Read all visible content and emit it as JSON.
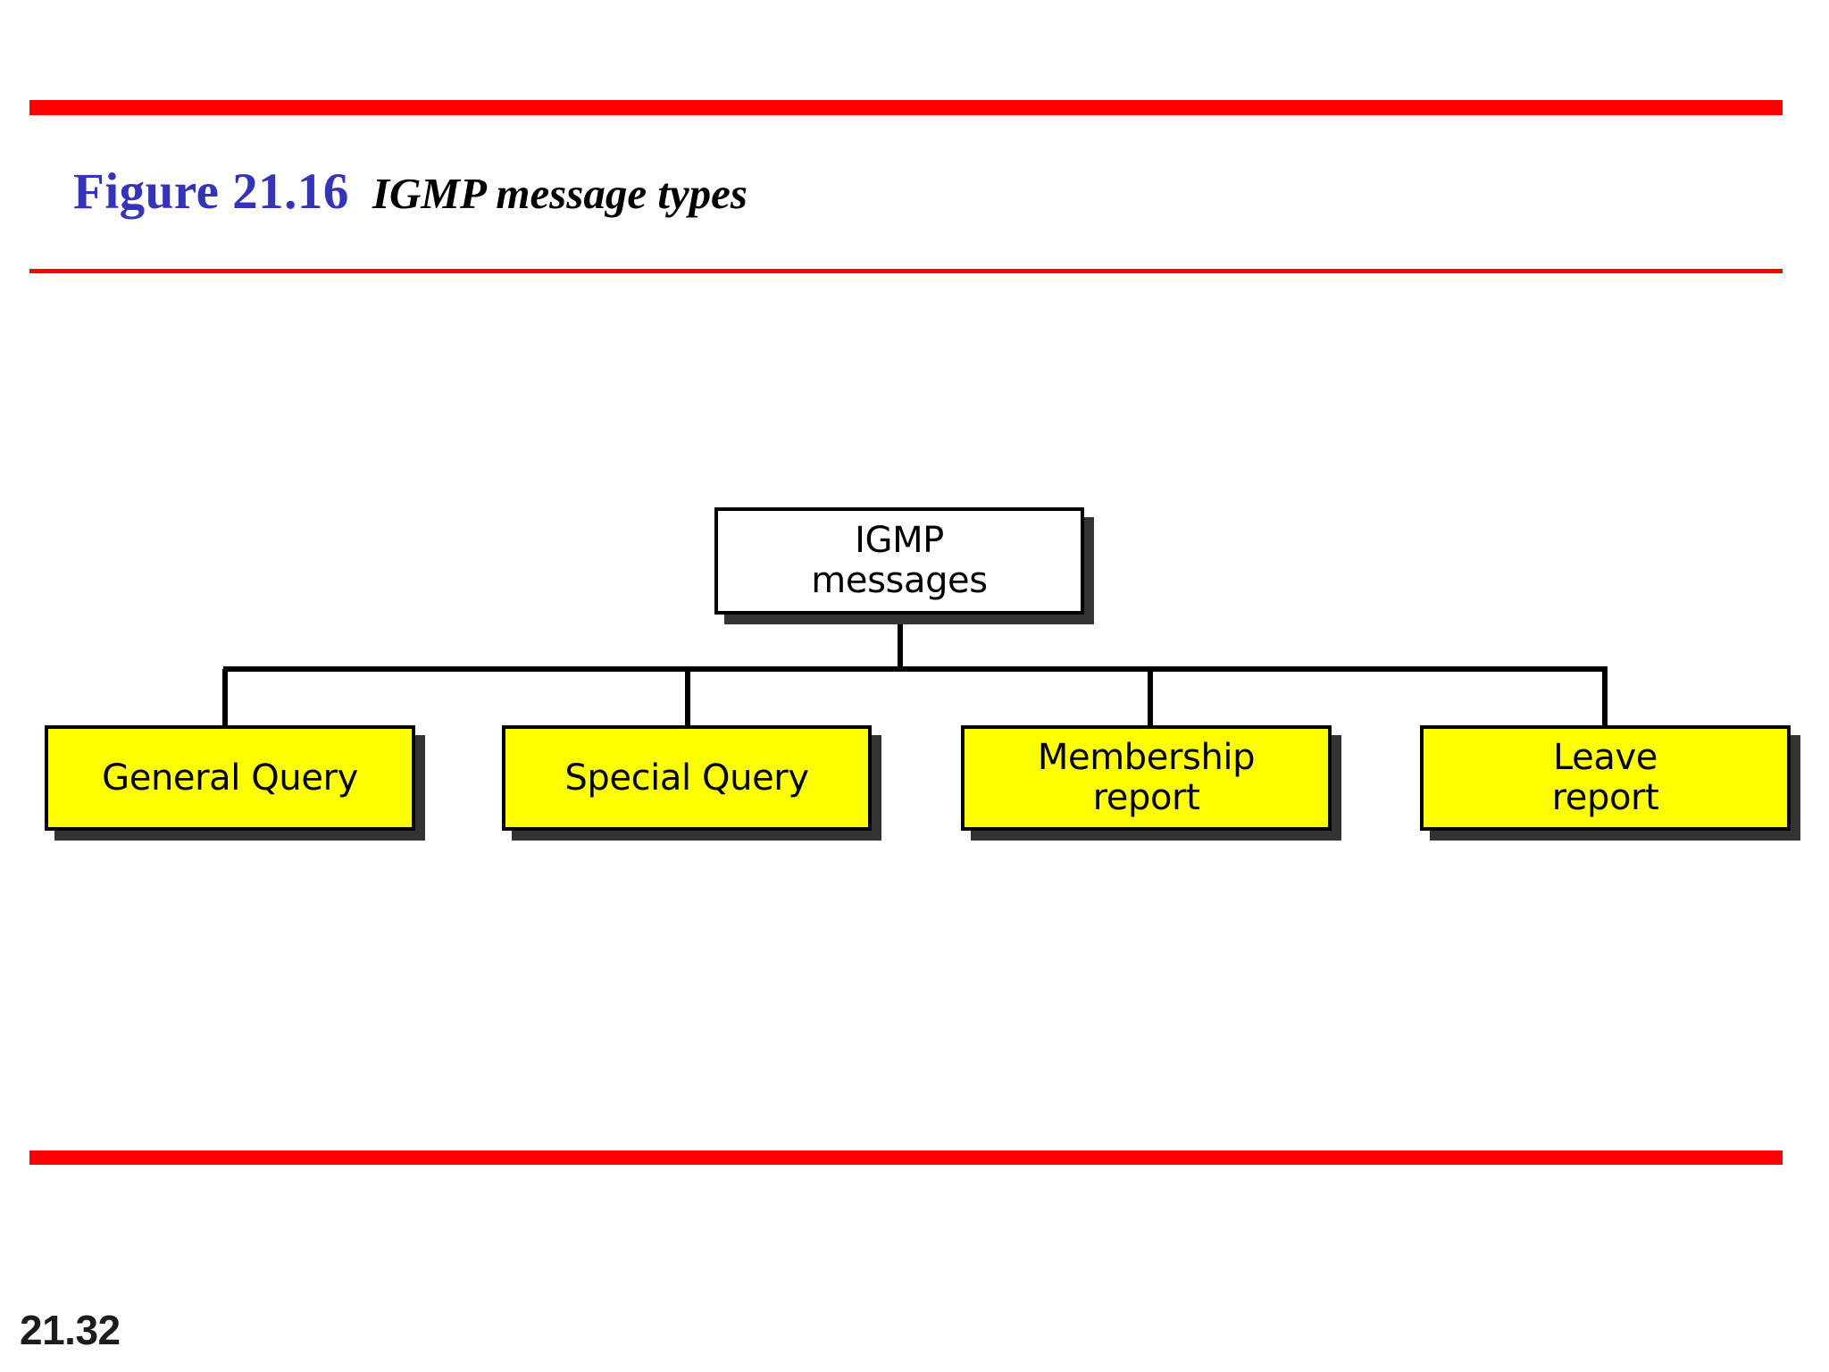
{
  "slide": {
    "background_color": "#ffffff",
    "rule_color": "#ff0000",
    "slide_number": "21.32"
  },
  "title": {
    "figure_number": "Figure 21.16",
    "figure_number_color": "#3333bb",
    "caption": "IGMP message types",
    "caption_color": "#000000"
  },
  "diagram": {
    "type": "tree",
    "node_fill_root": "#ffffff",
    "node_fill_leaf": "#ffff00",
    "node_border_color": "#000000",
    "node_shadow_color": "#333333",
    "connector_color": "#000000",
    "root": {
      "label_line1": "IGMP",
      "label_line2": "messages"
    },
    "children": [
      {
        "label_line1": "General Query",
        "label_line2": ""
      },
      {
        "label_line1": "Special Query",
        "label_line2": ""
      },
      {
        "label_line1": "Membership",
        "label_line2": "report"
      },
      {
        "label_line1": "Leave",
        "label_line2": "report"
      }
    ]
  }
}
